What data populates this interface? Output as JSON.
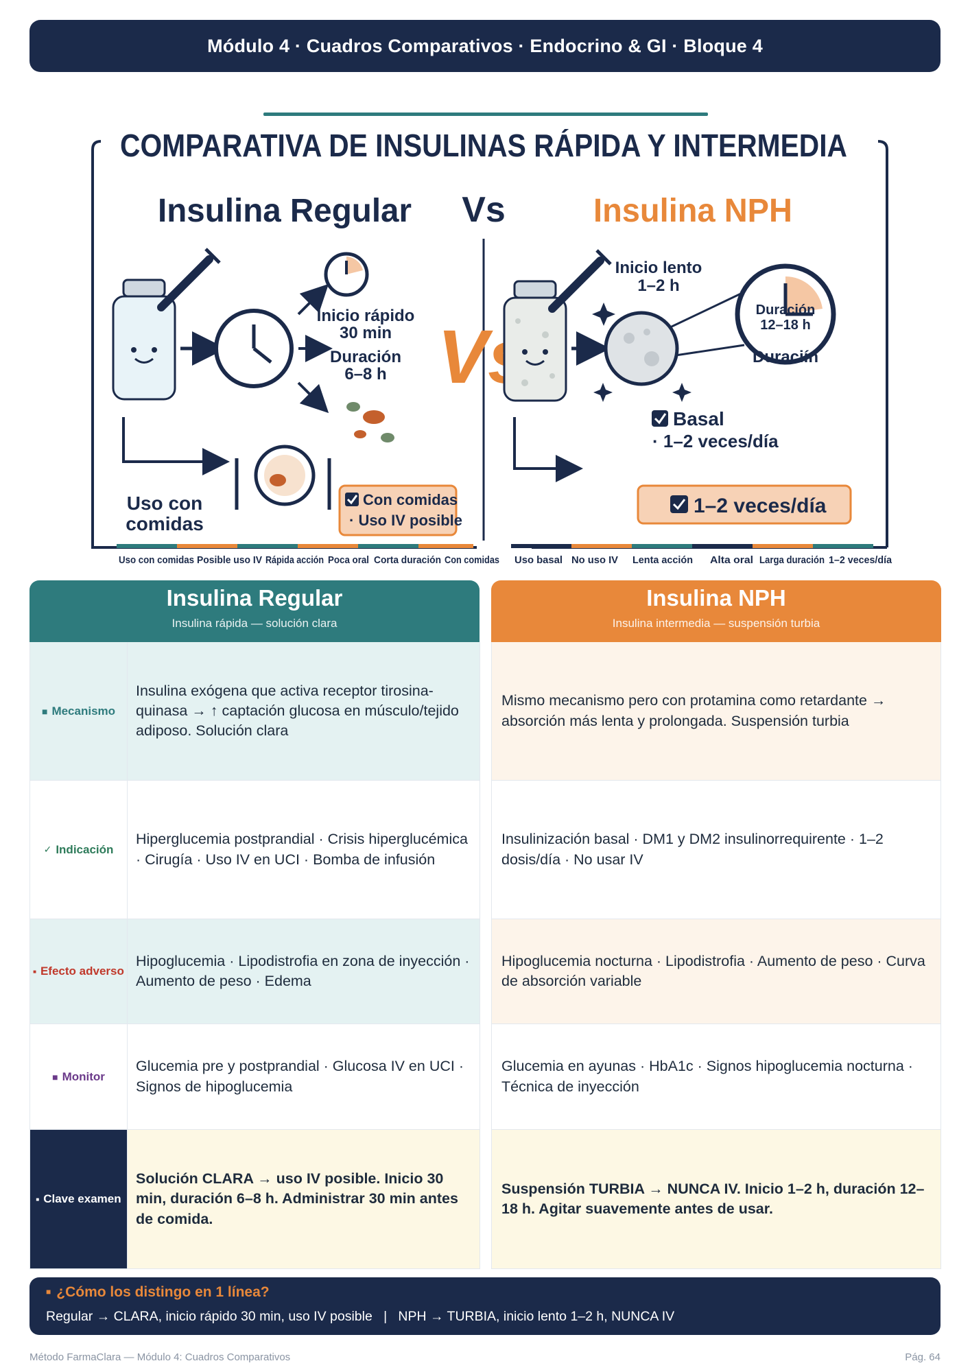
{
  "header": {
    "title": "Módulo 4 · Cuadros Comparativos · Endocrino & GI · Bloque 4"
  },
  "infographic": {
    "title": "COMPARATIVA DE INSULINAS RÁPIDA Y INTERMEDIA",
    "left_name": "Insulina Regular",
    "vs_small": "Vs",
    "vs_big": "Vs",
    "right_name": "Insulina NPH",
    "left_onset": [
      "Inicio rápido",
      "30 min"
    ],
    "left_duration": [
      "Duración",
      "6–8 h"
    ],
    "left_use": [
      "Uso con",
      "comidas"
    ],
    "left_box": [
      "Con comidas",
      "· Uso IV posible"
    ],
    "right_onset": [
      "Inicio lento",
      "1–2 h"
    ],
    "right_clock": [
      "Duración",
      "12–18 h"
    ],
    "right_duration_label": "Duraciín",
    "right_basal": [
      "Basal",
      "· 1–2 veces/día"
    ],
    "right_box": "1–2 veces/día",
    "left_strip": [
      "Uso con comidas",
      "Posible uso IV",
      "Rápida acción",
      "Poca oral",
      "Corta duración",
      "Con comidas"
    ],
    "right_strip": [
      "Uso basal",
      "No uso IV",
      "Lenta acción",
      "Alta oral",
      "Larga duración",
      "1–2 veces/día"
    ],
    "colors": {
      "teal": "#2e7b7d",
      "orange": "#e8883a",
      "navy": "#1b2a4a"
    }
  },
  "table": {
    "left": {
      "title": "Insulina Regular",
      "subtitle": "Insulina rápida — solución clara"
    },
    "right": {
      "title": "Insulina NPH",
      "subtitle": "Insulina intermedia — suspensión turbia"
    },
    "rows": [
      {
        "label": "Mecanismo",
        "marker": "■",
        "left": "Insulina exógena que activa receptor tirosina-quinasa → ↑ captación glucosa en músculo/tejido adiposo. Solución clara",
        "right": "Mismo mecanismo pero con protamina como retardante → absorción más lenta y prolongada. Suspensión turbia"
      },
      {
        "label": "Indicación",
        "marker": "✓",
        "left": "Hiperglucemia postprandial · Crisis hiperglucémica · Cirugía · Uso IV en UCI · Bomba de infusión",
        "right": "Insulinización basal · DM1 y DM2 insulinorrequirente · 1–2 dosis/día · No usar IV"
      },
      {
        "label": "Efecto adverso",
        "marker": "■",
        "left": "Hipoglucemia · Lipodistrofia en zona de inyección · Aumento de peso · Edema",
        "right": "Hipoglucemia nocturna · Lipodistrofia · Aumento de peso · Curva de absorción variable"
      },
      {
        "label": "Monitor",
        "marker": "■",
        "left": "Glucemia pre y postprandial · Glucosa IV en UCI · Signos de hipoglucemia",
        "right": "Glucemia en ayunas · HbA1c · Signos hipoglucemia nocturna · Técnica de inyección"
      },
      {
        "label": "Clave examen",
        "marker": "■",
        "left": "Solución CLARA → uso IV posible. Inicio 30 min, duración 6–8 h. Administrar 30 min antes de comida.",
        "right": "Suspensión TURBIA → NUNCA IV. Inicio 1–2 h, duración 12–18 h. Agitar suavemente antes de usar."
      }
    ]
  },
  "summary": {
    "marker": "■",
    "question": "¿Cómo los distingo en 1 línea?",
    "answer": "Regular → CLARA, inicio rápido 30 min, uso IV posible   |   NPH → TURBIA, inicio lento 1–2 h, NUNCA IV"
  },
  "footer": {
    "left": "Método FarmaClara — Módulo 4: Cuadros Comparativos",
    "right": "Pág. 64"
  }
}
